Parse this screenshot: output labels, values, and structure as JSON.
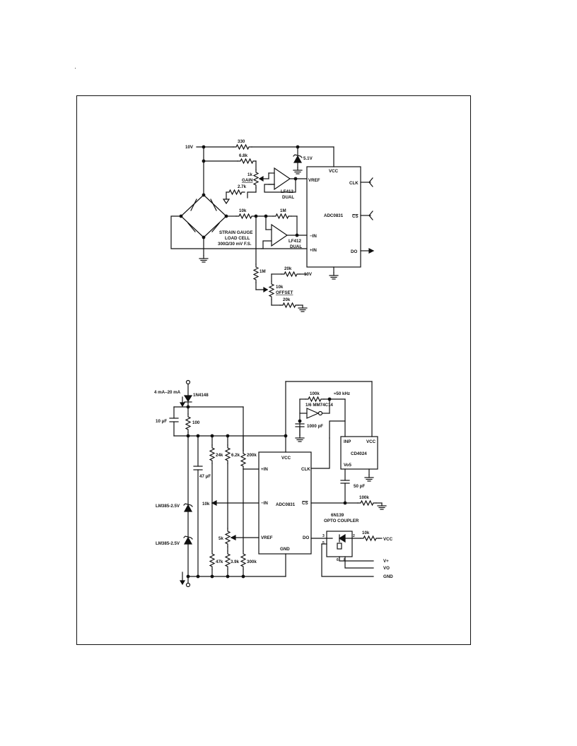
{
  "circuit1": {
    "supply": "10V",
    "r_top": "330",
    "zener_label": "5.1V",
    "vcc_label": "VCC",
    "r_gain_series": "6.8k",
    "pot_gain_value": "1k",
    "pot_gain_label": "GAIN",
    "r_gain_lower": "2.7k",
    "opamp1_name": "LF412",
    "opamp1_sub": "DUAL",
    "vref_pin": "VREF",
    "clk_pin": "CLK",
    "r_10k": "10k",
    "r_1m_fb": "1M",
    "adc_name": "ADC0831",
    "cs_pin": "CS",
    "sensor_line1": "STRAIN GAUGE",
    "sensor_line2": "LOAD CELL",
    "sensor_line3": "300Ω/30 mV F.S.",
    "opamp2_name": "LF412",
    "opamp2_sub": "DUAL",
    "minus_in_pin": "−IN",
    "plus_in_pin": "+IN",
    "do_pin": "DO",
    "r_1m_offset": "1M",
    "r_20k_upper": "20k",
    "offset_supply": "10V",
    "pot_offset_value": "10k",
    "pot_offset_label": "OFFSET",
    "r_20k_lower": "20k"
  },
  "circuit2": {
    "loop_current": "4 mA–20 mA",
    "diode_name": "1N4148",
    "cap_10u": "10 μF",
    "r_100": "100",
    "r_100k_osc": "100k",
    "freq_label": "≈50 kHz",
    "inverter_name": "1/6 MM74C14",
    "cap_1000p": "1000 pF",
    "inp_pin": "INP",
    "counter_vcc": "VCC",
    "counter_name": "CD4024",
    "q5_pin": "Vo5",
    "r_24k": "24k",
    "r_6_2k": "6.2k",
    "r_200k": "200k",
    "vcc_pin": "VCC",
    "plus_in_pin": "+IN",
    "clk_pin": "CLK",
    "cap_47u": "47 μF",
    "cap_50p": "50 pF",
    "r_100k_cs": "100k",
    "ref1_name": "LM385-2.5V",
    "pot_10k": "10k",
    "minus_in_pin": "−IN",
    "adc_name": "ADC0831",
    "cs_pin": "CS",
    "opto_name": "6N139",
    "opto_label": "OPTO COUPLER",
    "opto_pin3": "3",
    "opto_pin2": "2",
    "opto_pin5": "5",
    "opto_pin6": "6",
    "opto_pin8": "8",
    "r_10k_opto": "10k",
    "opto_vcc": "VCC",
    "ref2_name": "LM385-2.5V",
    "pot_5k": "5k",
    "vref_pin": "VREF",
    "do_pin": "DO",
    "r_47k": "47k",
    "r_3_9k": "3.9k",
    "r_300k": "300k",
    "gnd_pin": "GND",
    "out_vplus": "V+",
    "out_vo": "VO",
    "out_gnd": "GND"
  }
}
